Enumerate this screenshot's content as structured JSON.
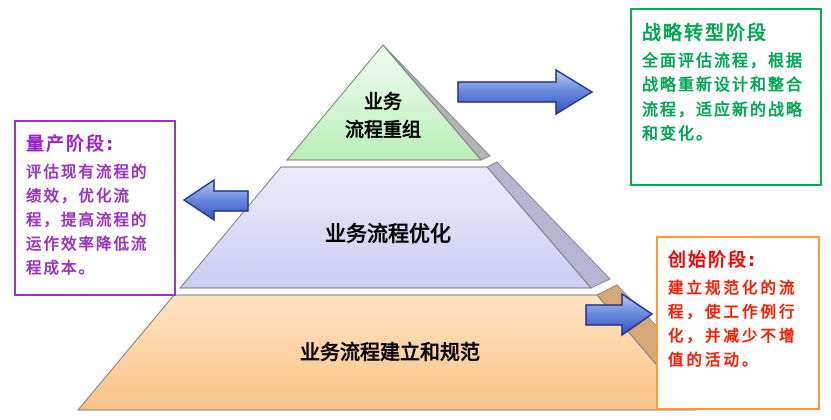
{
  "diagram": {
    "pyramid": {
      "top_layer": {
        "label_line1": "业务",
        "label_line2": "流程重组",
        "fill": "#c8f3c6"
      },
      "middle_layer": {
        "label": "业务流程优化",
        "fill": "#d8d8f8"
      },
      "bottom_layer": {
        "label": "业务流程建立和规范",
        "fill": "#fcd0a0"
      }
    },
    "callouts": {
      "strategic": {
        "title": "战略转型阶段",
        "body": "全面评估流程，根据战略重新设计和整合流程，适应新的战略和变化。",
        "accent_color": "#00a650"
      },
      "mass_production": {
        "title": "量产阶段:",
        "body": "评估现有流程的绩效，优化流程，提高流程的运作效率降低流程成本。",
        "accent_color": "#9933cc"
      },
      "initial": {
        "title": "创始阶段:",
        "body": "建立规范化的流程，使工作例行化，并减少不增值的活动。",
        "accent_color": "#ff0000",
        "border_color": "#ff9933"
      }
    },
    "arrow_color": "#4a6fd4"
  }
}
